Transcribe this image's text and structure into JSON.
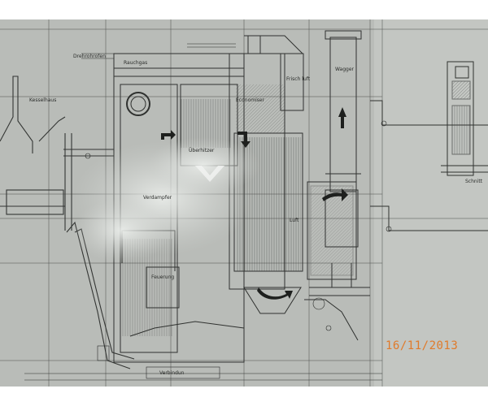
{
  "photo": {
    "subject": "photograph of a technical engineering drawing (boiler plant cross-section) mounted behind glass",
    "labels": {
      "drum_room": "Drehrohrofen",
      "boiler_house": "Kesselhaus",
      "flue": "Rauchgas",
      "economizer": "Economiser",
      "superheater": "Überhitzer",
      "evaporator": "Verdampfer",
      "fresh_air": "Frisch luft",
      "fan": "Wagger",
      "air": "Luft",
      "furnace": "Feuerung",
      "section": "Schnitt",
      "bottom": "Verbindun"
    },
    "date_stamp": "16/11/2013",
    "colors": {
      "paper": "#b9bcb8",
      "line": "#3a3c3a",
      "glare": "#e8ebe8",
      "stamp": "#e07a2a"
    }
  }
}
